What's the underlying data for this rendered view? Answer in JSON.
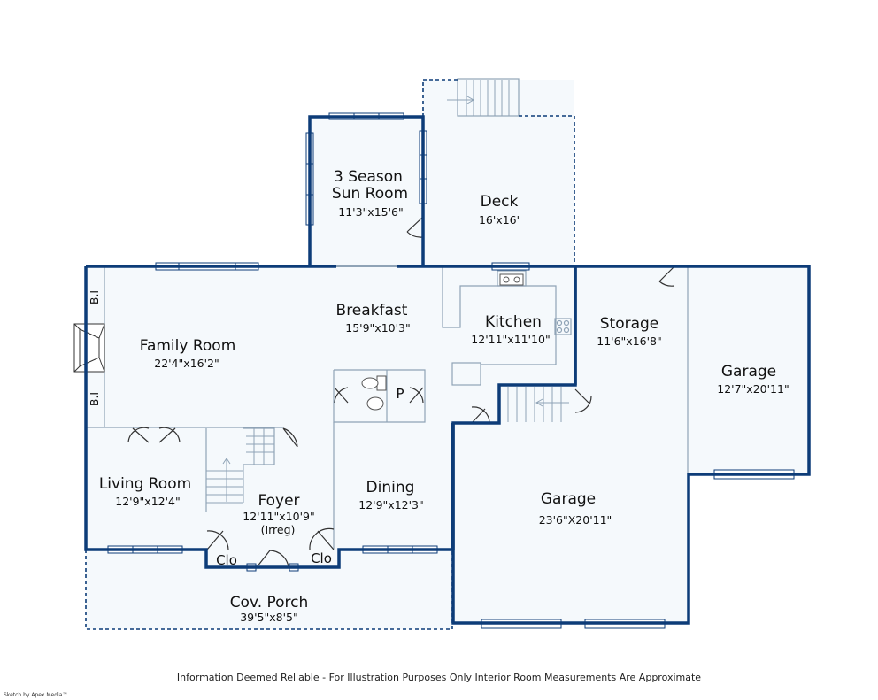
{
  "rooms": {
    "sunroom": {
      "name_line1": "3 Season",
      "name_line2": "Sun Room",
      "dim": "11'3\"x15'6\""
    },
    "deck": {
      "name": "Deck",
      "dim": "16'x16'"
    },
    "breakfast": {
      "name": "Breakfast",
      "dim": "15'9\"x10'3\""
    },
    "kitchen": {
      "name": "Kitchen",
      "dim": "12'11\"x11'10\""
    },
    "storage": {
      "name": "Storage",
      "dim": "11'6\"x16'8\""
    },
    "garage2": {
      "name": "Garage",
      "dim": "12'7\"x20'11\""
    },
    "family": {
      "name": "Family Room",
      "dim": "22'4\"x16'2\""
    },
    "living": {
      "name": "Living Room",
      "dim": "12'9\"x12'4\""
    },
    "foyer": {
      "name": "Foyer",
      "dim": "12'11\"x10'9\"",
      "note": "(Irreg)"
    },
    "dining": {
      "name": "Dining",
      "dim": "12'9\"x12'3\""
    },
    "garage1": {
      "name": "Garage",
      "dim": "23'6\"X20'11\""
    },
    "porch": {
      "name": "Cov. Porch",
      "dim": "39'5\"x8'5\""
    }
  },
  "labels": {
    "bi_top": "B.I",
    "bi_bottom": "B.I",
    "powder": "P",
    "closet_left": "Clo",
    "closet_right": "Clo"
  },
  "footer": {
    "disclaimer": "Information Deemed Reliable - For Illustration Purposes Only Interior Room Measurements Are Approximate",
    "credit": "Sketch by Apex Media™"
  },
  "colors": {
    "wall": "#0d3c78",
    "floor": "#f5f9fc",
    "thin_line": "#8fa3b6"
  }
}
